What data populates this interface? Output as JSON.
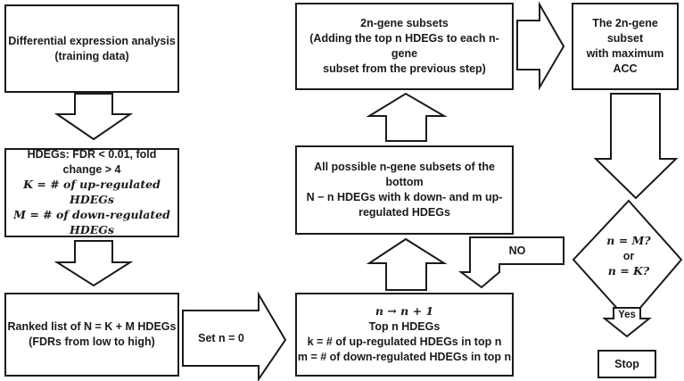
{
  "nodes": {
    "diff_expr": {
      "lines": [
        "Differential expression analysis",
        "(training data)"
      ]
    },
    "hdegs": {
      "lines": [
        "HDEGs: FDR < 0.01, fold change > 4",
        "K = # of up-regulated HDEGs",
        "M = # of down-regulated HDEGs"
      ]
    },
    "ranked": {
      "lines": [
        "Ranked list of N = K + M HDEGs",
        "(FDRs from low to high)"
      ]
    },
    "set_n": {
      "text": "Set n = 0"
    },
    "top_n": {
      "lines": [
        "n → n + 1",
        "Top n HDEGs",
        "k = # of up-regulated HDEGs in top n",
        "m = # of down-regulated HDEGs in top n"
      ]
    },
    "all_subsets": {
      "lines": [
        "All possible n-gene subsets of the bottom",
        "N − n HDEGs with k down- and m up-",
        "regulated HDEGs"
      ]
    },
    "two_n_subsets": {
      "lines": [
        "2n-gene subsets",
        "(Adding the top n HDEGs to each n-gene",
        "subset from the previous step)"
      ]
    },
    "max_acc": {
      "lines": [
        "The 2n-gene subset",
        "with maximum ACC"
      ]
    },
    "decision": {
      "lines": [
        "n = M?",
        "or",
        "n = K?"
      ]
    },
    "no_label": {
      "text": "NO"
    },
    "yes_label": {
      "text": "Yes"
    },
    "stop": {
      "text": "Stop"
    }
  }
}
